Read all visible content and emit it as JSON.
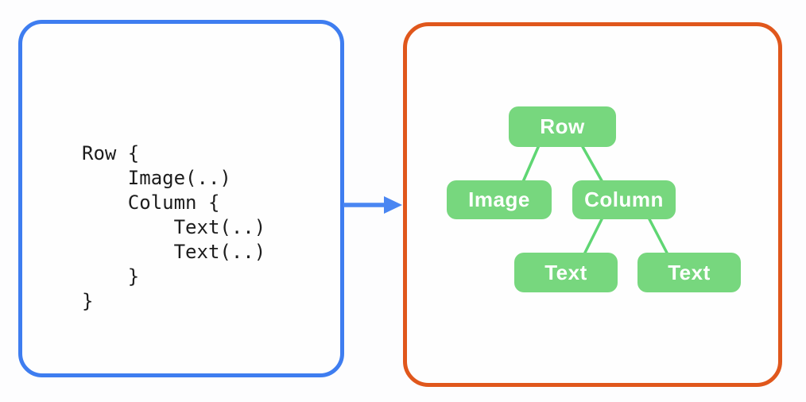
{
  "colors": {
    "page-bg": "#fdfdfe",
    "code-border": "#3e7df0",
    "code-text": "#1c1c1c",
    "arrow": "#4a86f2",
    "tree-border": "#e0571c",
    "node-fill": "#77d77e",
    "node-text": "#ffffff",
    "connector": "#5fd673"
  },
  "code_panel": {
    "code": "Row {\n    Image(..)\n    Column {\n        Text(..)\n        Text(..)\n    }\n}"
  },
  "tree_panel": {
    "nodes": {
      "row": {
        "label": "Row"
      },
      "image": {
        "label": "Image"
      },
      "column": {
        "label": "Column"
      },
      "text_left": {
        "label": "Text"
      },
      "text_right": {
        "label": "Text"
      }
    },
    "edges": [
      {
        "from": "row",
        "to": "image"
      },
      {
        "from": "row",
        "to": "column"
      },
      {
        "from": "column",
        "to": "text_left"
      },
      {
        "from": "column",
        "to": "text_right"
      }
    ]
  }
}
